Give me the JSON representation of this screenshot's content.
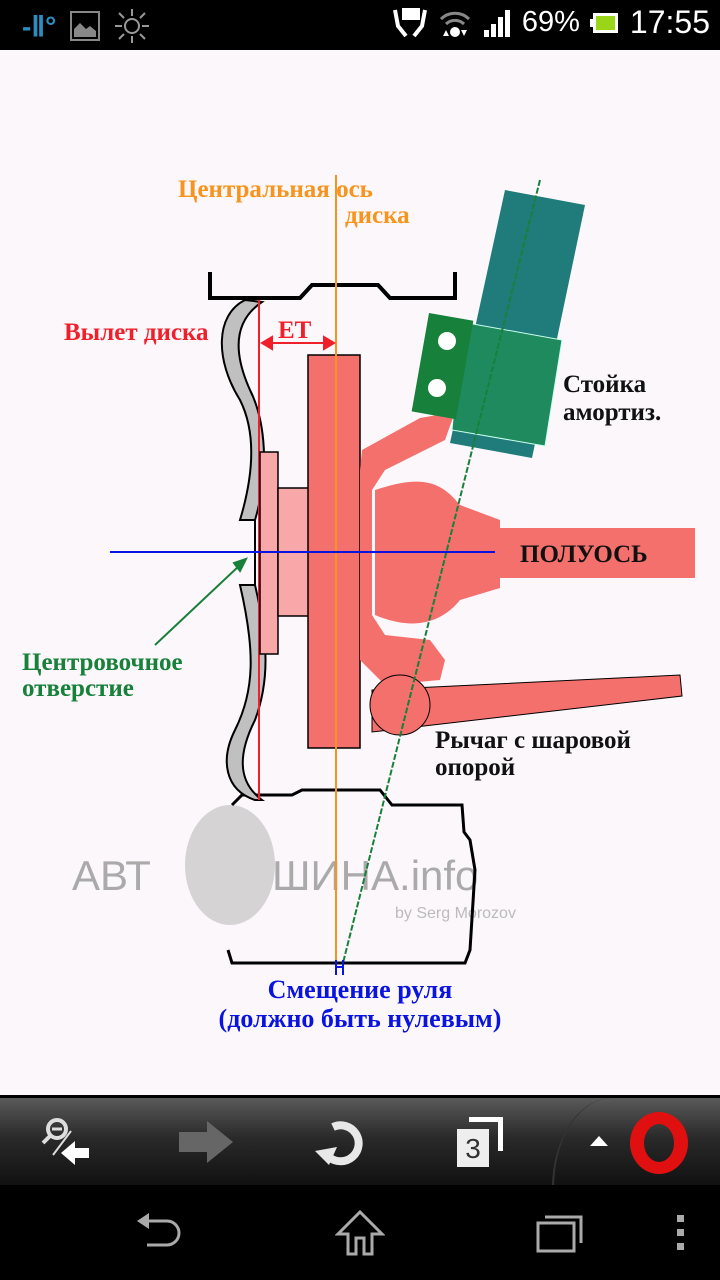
{
  "status_bar": {
    "temperature_icon": "temperature-icon",
    "battery_percent": "69%",
    "time": "17:55",
    "colors": {
      "temperature": "#2a8fc0",
      "battery": "#9ad51a"
    }
  },
  "diagram": {
    "central_axis_line1": "Центральная ось",
    "central_axis_line2": "диска",
    "offset_label": "Вылет диска",
    "et_label": "ET",
    "strut_line1": "Стойка",
    "strut_line2": "амортиз.",
    "axle_label": "ПОЛУОСЬ",
    "center_bore_line1": "Центровочное",
    "center_bore_line2": "отверстие",
    "lever_line1": "Рычаг с шаровой",
    "lever_line2": "опорой",
    "scrub_line1": "Смещение руля",
    "scrub_line2": "(должно быть нулевым)",
    "watermark_left": "АВТ",
    "watermark_right": "ШИНА.info",
    "watermark_author": "by Serg Morozov",
    "colors": {
      "axis": "#f7941d",
      "offset": "#f0202a",
      "hub": "#f4706c",
      "strut": "#1f7c7a",
      "bracket": "#17803a",
      "blue": "#0a14e0"
    }
  },
  "toolbar": {
    "tabs_count": "3",
    "buttons": [
      "zoom-out-back",
      "forward",
      "reload",
      "tabs",
      "opera-menu"
    ]
  }
}
